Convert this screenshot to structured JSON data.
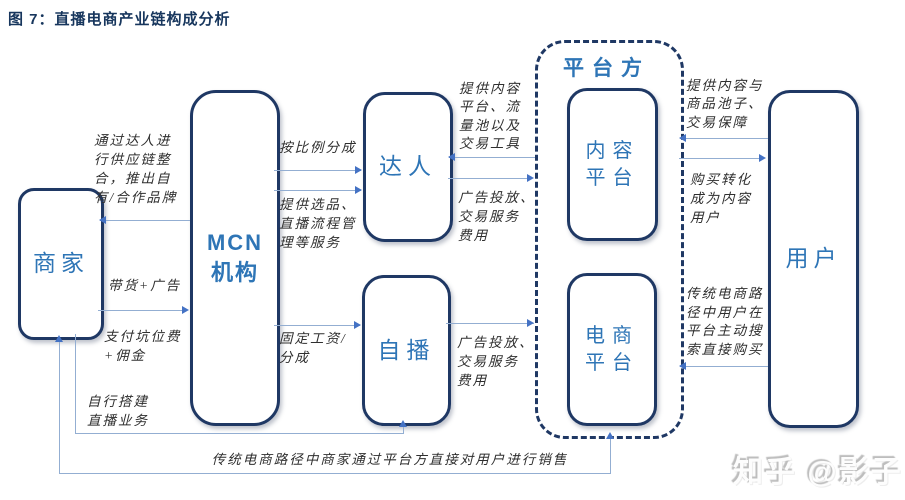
{
  "title": "图 7：直播电商产业链构成分析",
  "nodes": {
    "merchant": "商家",
    "mcn": "MCN\n机构",
    "influencer": "达人",
    "self_broadcast": "自播",
    "platform_group": "平台方",
    "content_platform": "内容\n平台",
    "ecommerce_platform": "电商\n平台",
    "user": "用户"
  },
  "edge_labels": {
    "supply_chain": "通过达人进\n行供应链整\n合，推出自\n有/合作品牌",
    "goods_ads": "带货+广告",
    "slot_fee": "支付坑位费\n+佣金",
    "self_build": "自行搭建\n直播业务",
    "proportional_share": "按比例分成",
    "selection_services": "提供选品、\n直播流程管\n理等服务",
    "fixed_salary": "固定工资/\n分成",
    "content_tools": "提供内容\n平台、流\n量池以及\n交易工具",
    "ad_fees_influencer": "广告投放、\n交易服务\n费用",
    "ad_fees_self": "广告投放、\n交易服务\n费用",
    "content_pool": "提供内容与\n商品池子、\n交易保障",
    "purchase_conversion": "购买转化\n成为内容\n用户",
    "user_search": "传统电商路\n径中用户在\n平台主动搜\n索直接购买",
    "traditional_path": "传统电商路径中商家通过平台方直接对用户进行销售"
  },
  "watermark": "知乎 @影子",
  "colors": {
    "node_border": "#1f3864",
    "node_text": "#2e75b6",
    "arrow_line": "#93aed2",
    "arrow_head": "#4472c4",
    "label_text": "#2f2f2f",
    "title_text": "#17365d"
  }
}
